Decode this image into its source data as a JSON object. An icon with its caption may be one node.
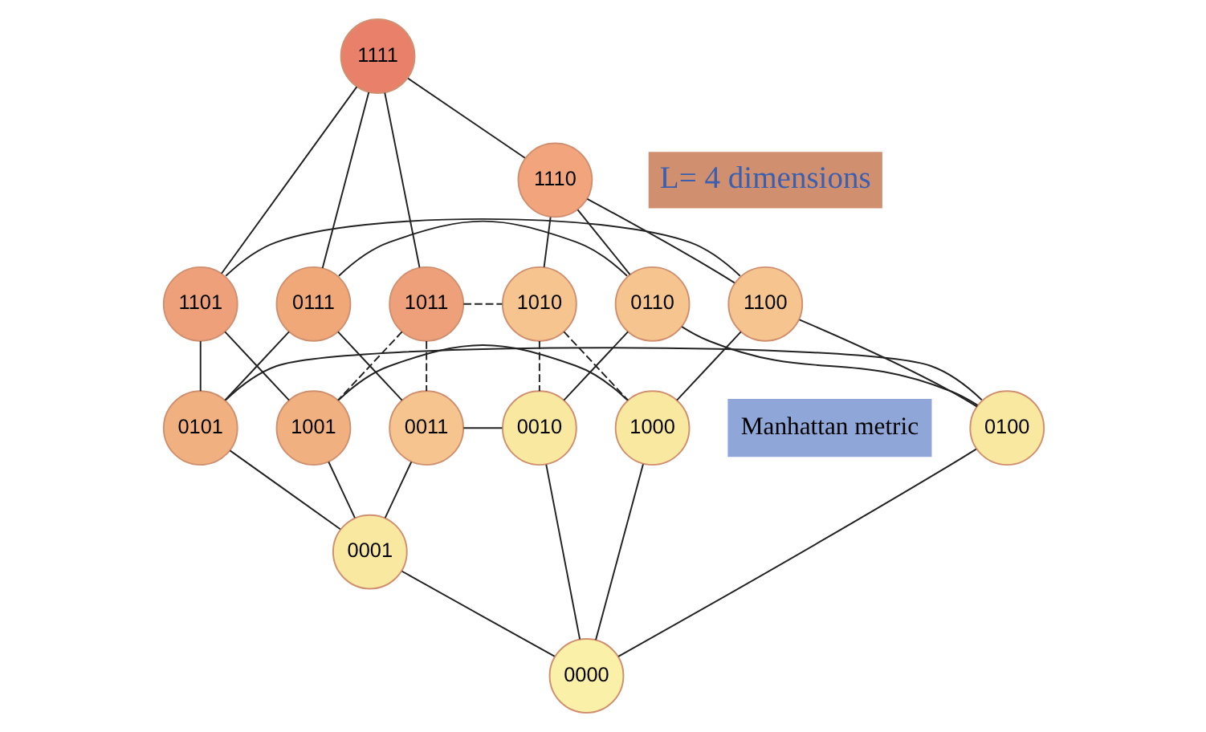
{
  "diagram": {
    "nodes": [
      {
        "text": [
          "1111"
        ]
      },
      {
        "text": [
          "1110"
        ]
      },
      {
        "text": [
          "0111"
        ]
      },
      {
        "text": [
          "0110"
        ]
      },
      {
        "text": [
          "1011"
        ]
      },
      {
        "text": [
          "1010"
        ]
      },
      {
        "text": [
          "1101"
        ]
      },
      {
        "text": [
          "1100"
        ]
      },
      {
        "text": [
          "0011"
        ]
      },
      {
        "text": [
          "0010"
        ]
      },
      {
        "text": [
          "0101"
        ]
      },
      {
        "text": [
          "0100"
        ]
      },
      {
        "text": [
          "1001"
        ]
      },
      {
        "text": [
          "1000"
        ]
      },
      {
        "text": [
          "0001"
        ]
      },
      {
        "text": [
          "0000"
        ]
      }
    ],
    "edges": [
      {
        "from": 0,
        "to": 1,
        "arrow": "none"
      },
      {
        "from": 0,
        "to": 2,
        "arrow": "none"
      },
      {
        "from": 0,
        "to": 4,
        "arrow": "none"
      },
      {
        "from": 0,
        "to": 6,
        "arrow": "none"
      },
      {
        "from": 1,
        "to": 3,
        "arrow": "none"
      },
      {
        "from": 1,
        "to": 5,
        "arrow": "none"
      },
      {
        "from": 1,
        "to": 7,
        "arrow": "none"
      },
      {
        "from": 2,
        "to": 3,
        "arrow": "none"
      },
      {
        "from": 2,
        "to": 8,
        "arrow": "none"
      },
      {
        "from": 2,
        "to": 10,
        "arrow": "none"
      },
      {
        "from": 3,
        "to": 9,
        "arrow": "none"
      },
      {
        "from": 3,
        "to": 11,
        "arrow": "none"
      },
      {
        "from": 4,
        "to": 5,
        "arrow": "none",
        "style": "dashed"
      },
      {
        "from": 4,
        "to": 8,
        "arrow": "none",
        "style": "dashed"
      },
      {
        "from": 4,
        "to": 12,
        "arrow": "none",
        "style": "dashed"
      },
      {
        "from": 5,
        "to": 9,
        "arrow": "none",
        "style": "dashed"
      },
      {
        "from": 5,
        "to": 13,
        "arrow": "none",
        "style": "dashed"
      },
      {
        "from": 6,
        "to": 7,
        "arrow": "none"
      },
      {
        "from": 6,
        "to": 10,
        "arrow": "none"
      },
      {
        "from": 6,
        "to": 12,
        "arrow": "none"
      },
      {
        "from": 7,
        "to": 11,
        "arrow": "none"
      },
      {
        "from": 7,
        "to": 13,
        "arrow": "none"
      },
      {
        "from": 8,
        "to": 9,
        "arrow": "none"
      },
      {
        "from": 8,
        "to": 14,
        "arrow": "none"
      },
      {
        "from": 9,
        "to": 15,
        "arrow": "none"
      },
      {
        "from": 10,
        "to": 11,
        "arrow": "none"
      },
      {
        "from": 10,
        "to": 14,
        "arrow": "none"
      },
      {
        "from": 11,
        "to": 15,
        "arrow": "none"
      },
      {
        "from": 12,
        "to": 13,
        "arrow": "none"
      },
      {
        "from": 12,
        "to": 14,
        "arrow": "none"
      },
      {
        "from": 13,
        "to": 15,
        "arrow": "none"
      },
      {
        "from": 14,
        "to": 15,
        "arrow": "none"
      }
    ],
    "labels": [
      "L= 4 dimensions",
      "Manhattan metric"
    ]
  }
}
